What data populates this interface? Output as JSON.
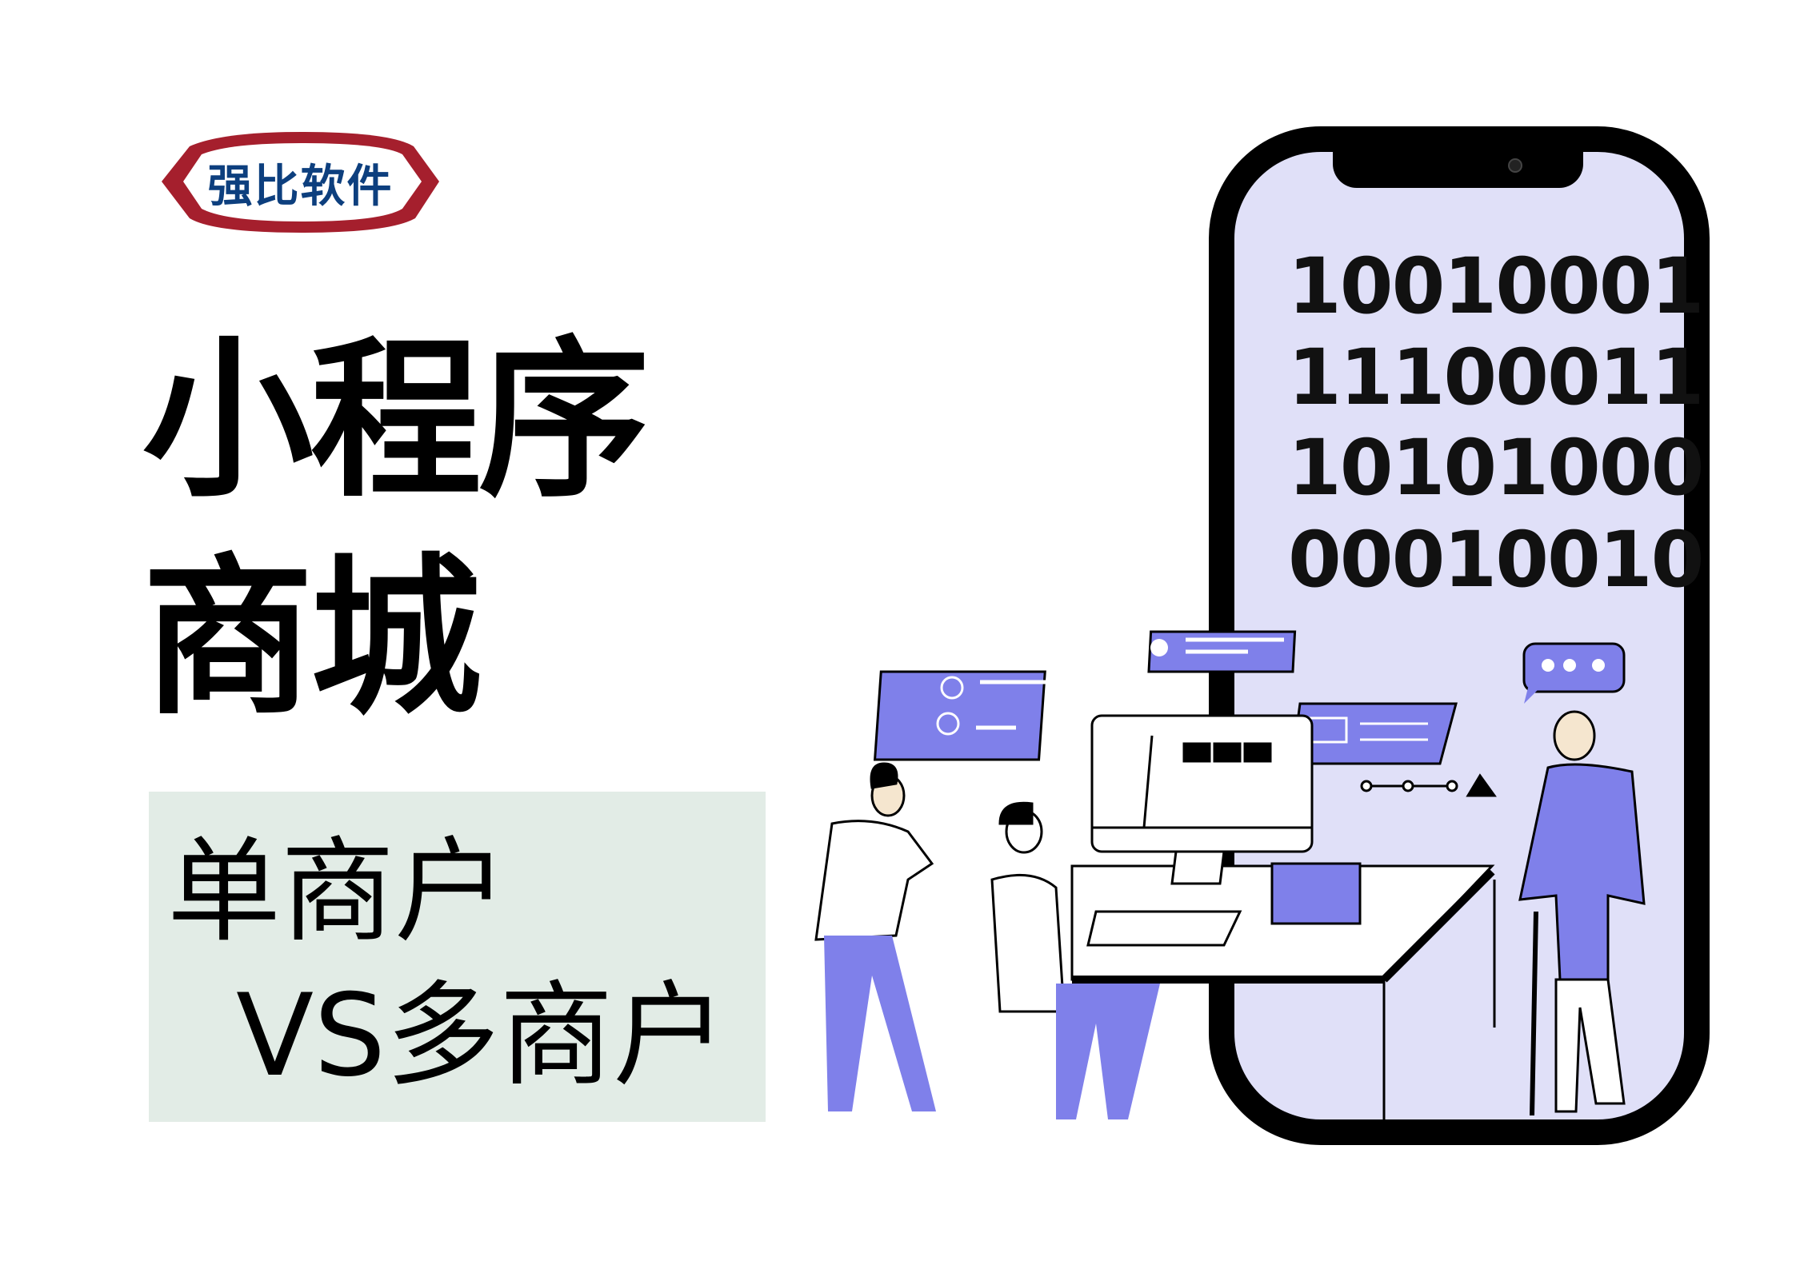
{
  "logo": {
    "text": "强比软件",
    "ring_color": "#a51f2d",
    "text_color": "#0d3f7e"
  },
  "title": {
    "line1": "小程序",
    "line2": "商城"
  },
  "subtitle": {
    "line1": "单商户",
    "line2": "VS多商户",
    "background": "#e2ece6"
  },
  "phone": {
    "binary_lines": [
      "10010001",
      "11100011",
      "10101000",
      "00010010"
    ],
    "screen_color": "#e0e0f8"
  },
  "illustration": {
    "accent_color": "#7f80ea",
    "skin_color": "#f5e6cf"
  }
}
